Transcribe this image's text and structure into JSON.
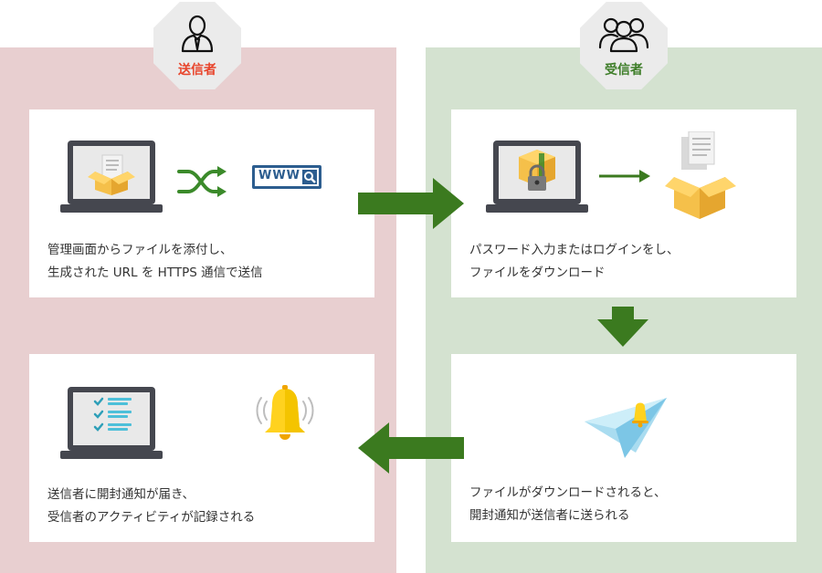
{
  "colors": {
    "sender_panel": "#e8cfd0",
    "receiver_panel": "#d4e2d0",
    "sender_label": "#e8452c",
    "receiver_label": "#3f7e2a",
    "arrow": "#3b7a1f",
    "icon_blue": "#2c5d8f",
    "folder_yellow": "#f5c04a",
    "bell_yellow": "#ffd21f"
  },
  "sender": {
    "label": "送信者"
  },
  "receiver": {
    "label": "受信者"
  },
  "steps": {
    "upload": {
      "line1": "管理画面からファイルを添付し、",
      "line2": "生成された URL を HTTPS 通信で送信",
      "url_badge": "WWW"
    },
    "download": {
      "line1": "パスワード入力またはログインをし、",
      "line2": "ファイルをダウンロード"
    },
    "notify": {
      "line1": "ファイルがダウンロードされると、",
      "line2": "開封通知が送信者に送られる"
    },
    "record": {
      "line1": "送信者に開封通知が届き、",
      "line2": "受信者のアクティビティが記録される"
    }
  },
  "icons": {
    "sender": "person-icon",
    "receiver": "group-icon",
    "upload_laptop": "laptop-with-document-box-icon",
    "shuffle": "shuffle-icon",
    "url": "www-search-icon",
    "download_laptop": "laptop-with-locked-box-icon",
    "file_box": "document-box-icon",
    "paper_plane": "paper-plane-bell-icon",
    "checklist_laptop": "laptop-with-checklist-icon",
    "bell": "ringing-bell-icon"
  }
}
